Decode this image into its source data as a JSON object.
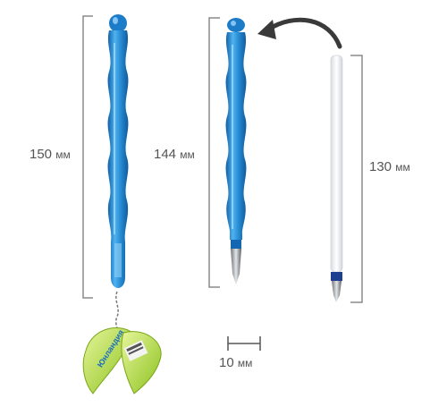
{
  "dimensions": {
    "pen_with_cap": {
      "value": "150",
      "unit": "мм"
    },
    "pen_body": {
      "value": "144",
      "unit": "мм"
    },
    "refill": {
      "value": "130",
      "unit": "мм"
    },
    "pen_diameter": {
      "value": "10",
      "unit": "мм"
    }
  },
  "charm": {
    "brand_text": "Юнландия"
  },
  "colors": {
    "pen_blue": "#2a8fd6",
    "pen_dark_blue": "#1566b0",
    "leaf_green": "#b7dc35",
    "bracket": "#8a8a8a",
    "arrow": "#3a3a3a"
  },
  "icons": {
    "swap_arrow": "curved-arrow-left-icon"
  }
}
